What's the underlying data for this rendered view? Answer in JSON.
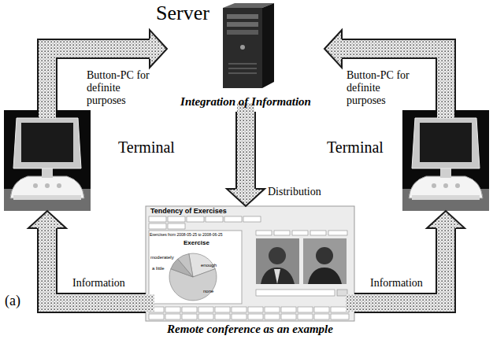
{
  "diagram": {
    "nodes": [
      {
        "text": [
          "Server",
          "Integration of Information"
        ]
      },
      {
        "text": [
          "Terminal"
        ]
      },
      {
        "text": [
          "Terminal"
        ]
      },
      {
        "text": [
          "Remote conference as an example"
        ]
      }
    ],
    "edges": [
      {
        "from": 1,
        "to": 0,
        "arrow": "to",
        "label": "Button-PC for definite purposes"
      },
      {
        "from": 2,
        "to": 0,
        "arrow": "to",
        "label": "Button-PC for definite purposes"
      },
      {
        "from": 0,
        "to": 3,
        "arrow": "to",
        "label": "Distribution"
      },
      {
        "from": 3,
        "to": 1,
        "arrow": "to",
        "label": "Information"
      },
      {
        "from": 3,
        "to": 2,
        "arrow": "to",
        "label": "Information"
      }
    ],
    "labels": [
      "(a)",
      "Tendency of Exercises",
      "Exercises from 2008-05-25 to 2008-06-25",
      "Exercise",
      "enough",
      "moderately",
      "a little",
      "none"
    ]
  }
}
